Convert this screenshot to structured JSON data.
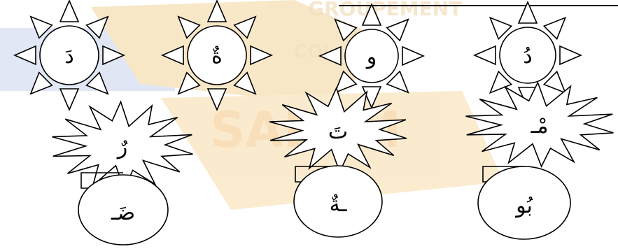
{
  "colors": {
    "background": "#ffffff",
    "stroke": "#000000",
    "watermark_yellow": "#f2d59a",
    "watermark_blue": "#c9d3ec",
    "watermark_orange": "#f4c27a"
  },
  "watermark": {
    "line1": "GROUPEMENT",
    "line2": "COL",
    "line3": "SALAM"
  },
  "suns": [
    {
      "icon": "sun-icon",
      "letter": "دَ"
    },
    {
      "icon": "sun-icon",
      "letter": "ةٌ"
    },
    {
      "icon": "sun-icon",
      "letter": "و"
    },
    {
      "icon": "sun-icon",
      "letter": "دُ"
    }
  ],
  "bursts": [
    {
      "icon": "burst-icon",
      "letter": "رٌ"
    },
    {
      "icon": "burst-icon",
      "letter": "تَ"
    },
    {
      "icon": "burst-icon",
      "letter": "مْـ"
    }
  ],
  "bubbles": [
    {
      "icon": "bubble-icon",
      "letter": "ضَـ"
    },
    {
      "icon": "bubble-icon",
      "letter": "ـةٌ"
    },
    {
      "icon": "bubble-icon",
      "letter": "بُو"
    }
  ]
}
